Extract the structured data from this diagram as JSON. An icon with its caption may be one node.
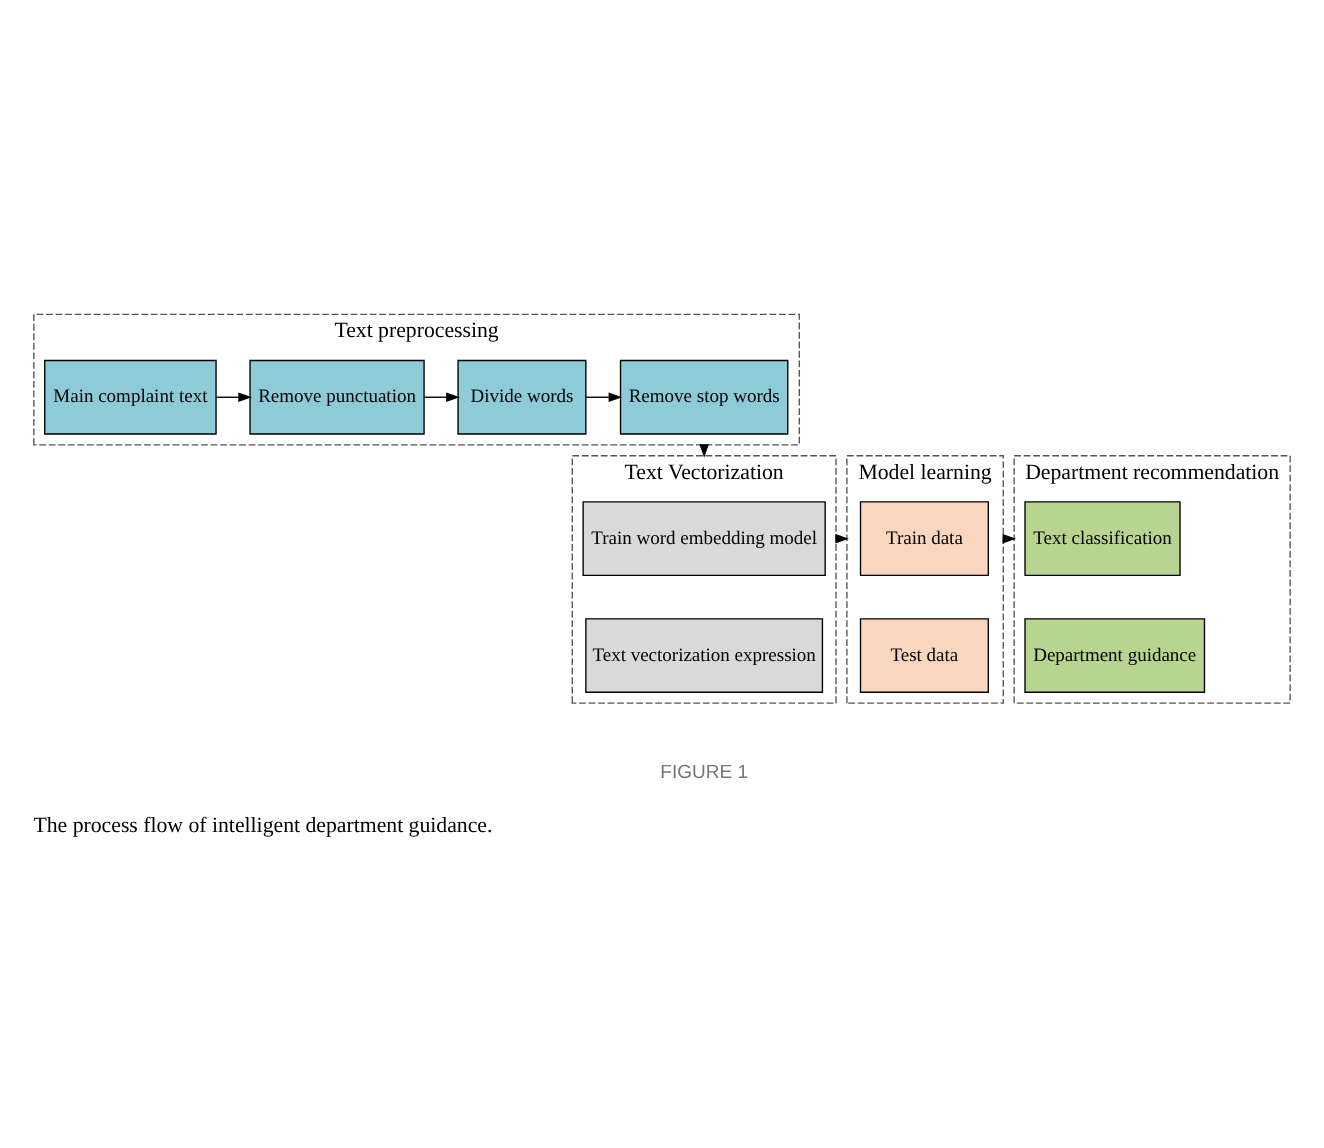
{
  "diagram": {
    "caption": "The process flow of intelligent department guidance.",
    "nodes": [
      {
        "text": [
          "Text preprocessing"
        ]
      },
      {
        "text": [
          "Main complaint text"
        ],
        "in": 0
      },
      {
        "text": [
          "Remove punctuation"
        ],
        "in": 0
      },
      {
        "text": [
          "Divide words"
        ],
        "in": 0
      },
      {
        "text": [
          "Remove stop words"
        ],
        "in": 0
      },
      {
        "text": [
          "Text Vectorization"
        ]
      },
      {
        "text": [
          "Train word embedding model"
        ],
        "in": 5
      },
      {
        "text": [
          "Text vectorization expression"
        ],
        "in": 5
      },
      {
        "text": [
          "Model learning"
        ]
      },
      {
        "text": [
          "Train data"
        ],
        "in": 8
      },
      {
        "text": [
          "Test data"
        ],
        "in": 8
      },
      {
        "text": [
          "Department recommendation"
        ]
      },
      {
        "text": [
          "Text classification"
        ],
        "in": 11
      },
      {
        "text": [
          "Department guidance"
        ],
        "in": 11
      }
    ],
    "edges": [
      {
        "from": 1,
        "to": 2,
        "arrow": "to"
      },
      {
        "from": 2,
        "to": 3,
        "arrow": "to"
      },
      {
        "from": 3,
        "to": 4,
        "arrow": "to"
      },
      {
        "from": 0,
        "to": 5,
        "arrow": "to"
      },
      {
        "from": 5,
        "to": 8,
        "arrow": "to"
      },
      {
        "from": 8,
        "to": 11,
        "arrow": "to"
      }
    ],
    "labels": [
      "FIGURE 1"
    ]
  }
}
